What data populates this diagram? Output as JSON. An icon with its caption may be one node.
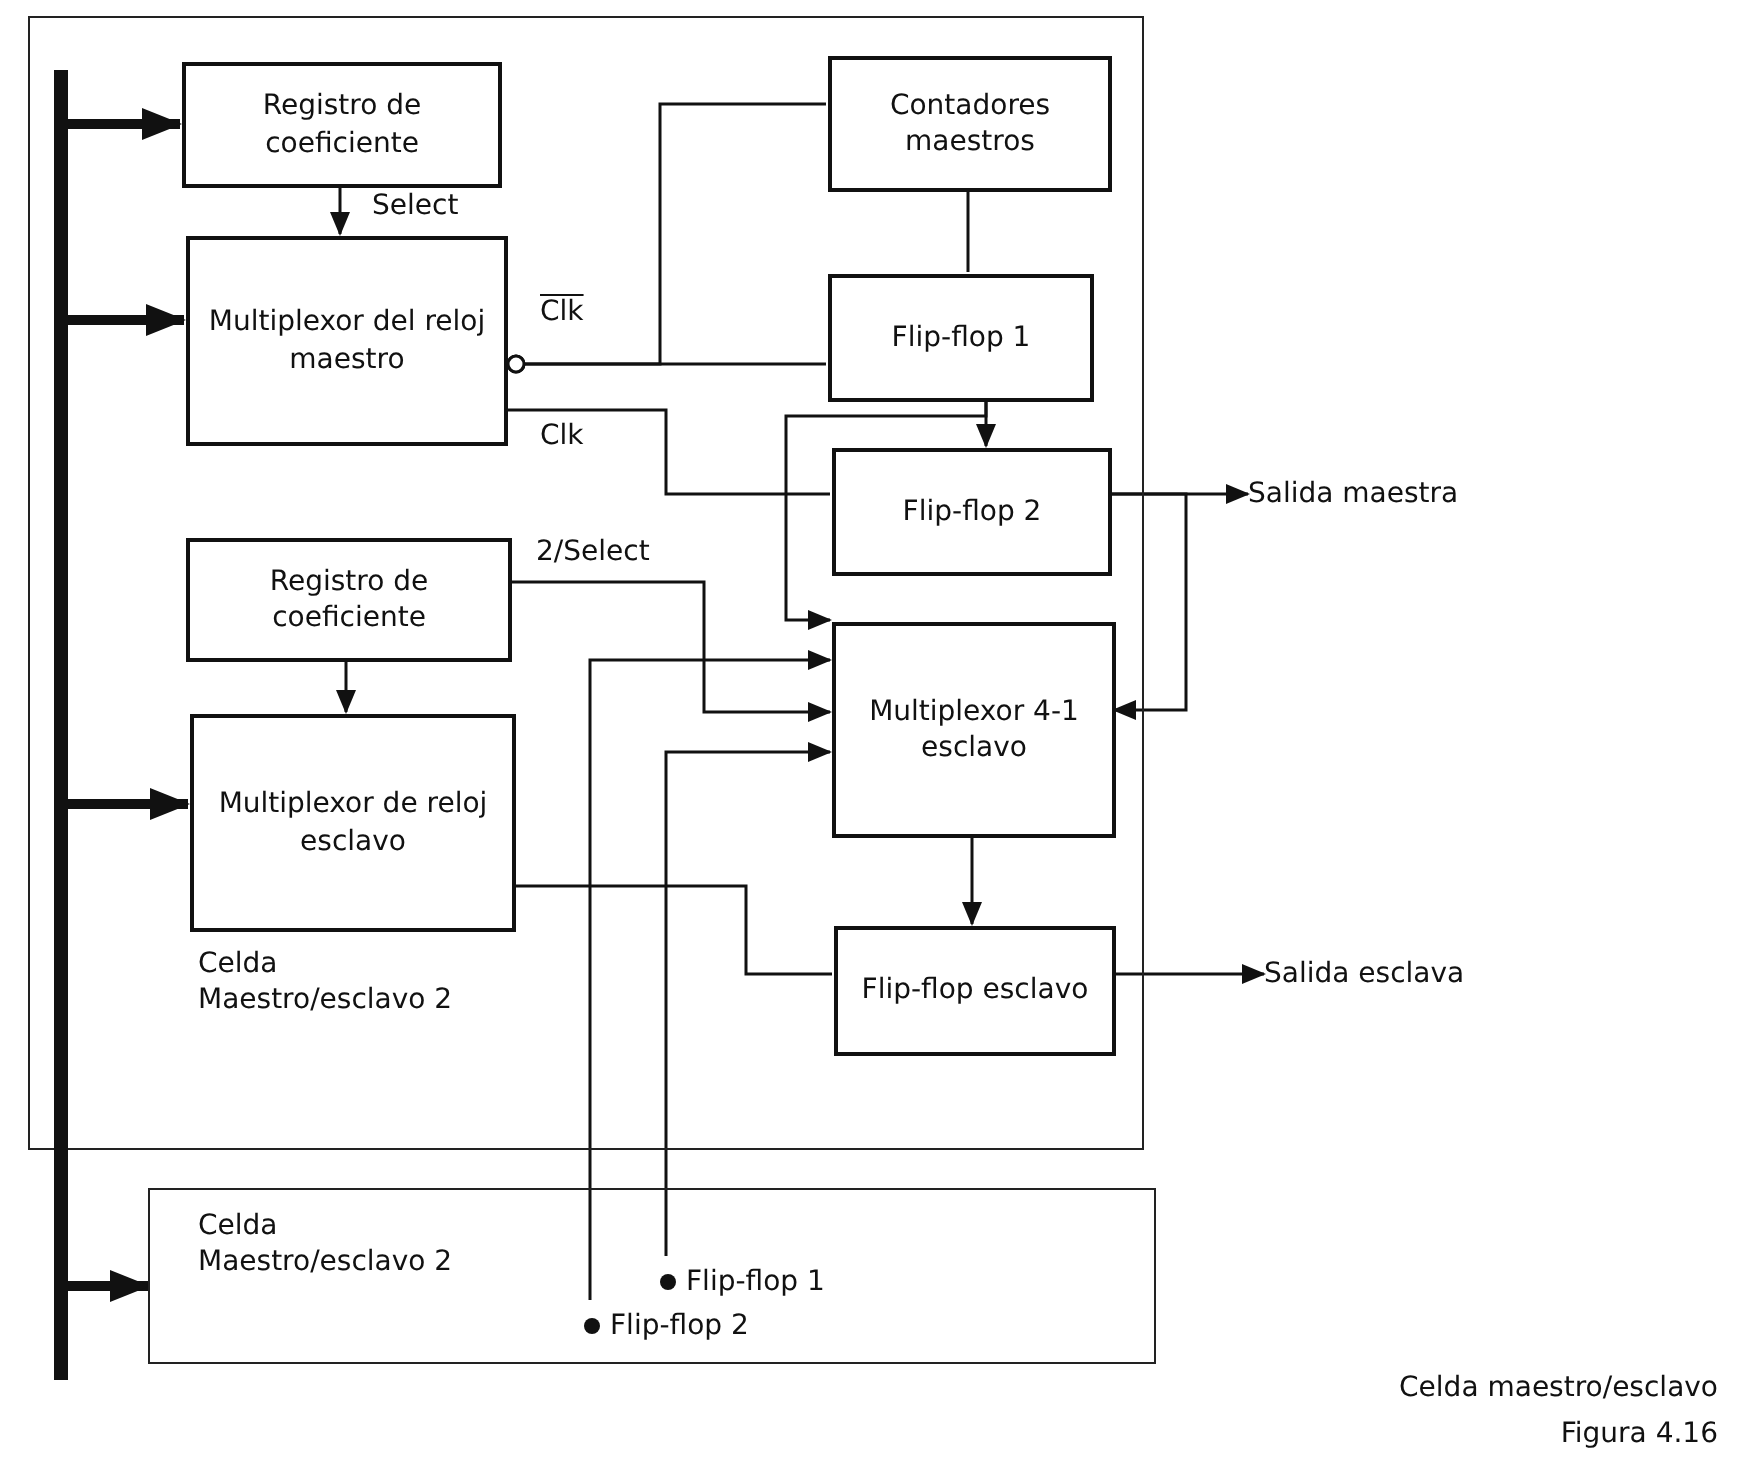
{
  "diagram": {
    "nodes": [
      {
        "text": [
          "Celda Maestro/esclavo 2"
        ]
      },
      {
        "text": [],
        "shape": "bar"
      },
      {
        "text": [
          "Registro de coeficiente"
        ],
        "in": 0
      },
      {
        "text": [
          "Multiplexor del reloj maestro"
        ],
        "in": 0
      },
      {
        "text": [
          "Contadores maestros"
        ],
        "in": 0
      },
      {
        "text": [
          "Flip-flop 1"
        ],
        "in": 0
      },
      {
        "text": [
          "Flip-flop 2"
        ],
        "in": 0
      },
      {
        "text": [
          "Registro de coeficiente"
        ],
        "in": 0
      },
      {
        "text": [
          "Multiplexor de reloj esclavo"
        ],
        "in": 0
      },
      {
        "text": [
          "Multiplexor 4-1 esclavo"
        ],
        "in": 0
      },
      {
        "text": [
          "Flip-flop esclavo"
        ],
        "in": 0
      },
      {
        "text": [
          "Celda Maestro/esclavo 2"
        ]
      },
      {
        "text": [
          "Flip-flop 1"
        ],
        "in": 11
      },
      {
        "text": [
          "Flip-flop 2"
        ],
        "in": 11
      },
      {
        "text": [
          "Salida maestra"
        ]
      },
      {
        "text": [
          "Salida esclava"
        ]
      }
    ],
    "edges": [
      {
        "from": 1,
        "to": 2,
        "arrow": "to",
        "style": "thick"
      },
      {
        "from": 1,
        "to": 3,
        "arrow": "to",
        "style": "thick"
      },
      {
        "from": 1,
        "to": 8,
        "arrow": "to",
        "style": "thick"
      },
      {
        "from": 1,
        "to": 11,
        "arrow": "to",
        "style": "thick"
      },
      {
        "from": 2,
        "to": 3,
        "arrow": "to",
        "label": "Select"
      },
      {
        "from": 3,
        "to": 5,
        "arrow": "other",
        "label": "Clk"
      },
      {
        "from": 3,
        "to": 4,
        "arrow": "other"
      },
      {
        "from": 3,
        "to": 6,
        "arrow": "none",
        "label": "Clk"
      },
      {
        "from": 4,
        "to": 5,
        "arrow": "none"
      },
      {
        "from": 5,
        "to": 6,
        "arrow": "to"
      },
      {
        "from": 5,
        "to": 9,
        "arrow": "to"
      },
      {
        "from": 6,
        "to": 14,
        "arrow": "to"
      },
      {
        "from": 6,
        "to": 9,
        "arrow": "to"
      },
      {
        "from": 7,
        "to": 8,
        "arrow": "to"
      },
      {
        "from": 7,
        "to": 9,
        "arrow": "to",
        "label": "2/Select"
      },
      {
        "from": 13,
        "to": 9,
        "arrow": "to"
      },
      {
        "from": 12,
        "to": 9,
        "arrow": "to"
      },
      {
        "from": 8,
        "to": 10,
        "arrow": "none"
      },
      {
        "from": 9,
        "to": 10,
        "arrow": "to"
      },
      {
        "from": 10,
        "to": 15,
        "arrow": "to"
      }
    ],
    "labels": [
      "Celda maestro/esclavo",
      "Figura 4.16"
    ]
  }
}
